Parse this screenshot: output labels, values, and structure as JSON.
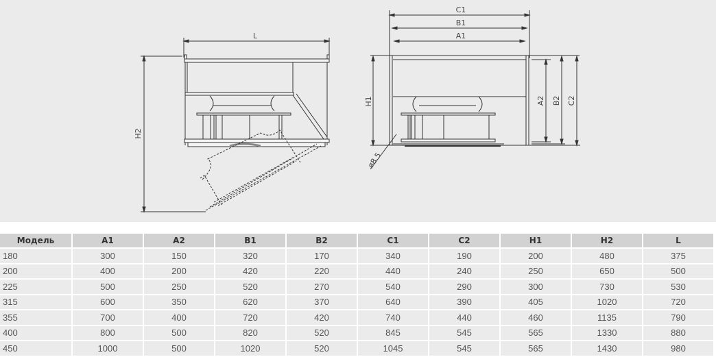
{
  "drawing": {
    "side_view_labels": {
      "length": "L",
      "height_total": "H2"
    },
    "front_view_labels": {
      "c1": "C1",
      "b1": "B1",
      "a1": "A1",
      "h1": "H1",
      "a2": "A2",
      "b2": "B2",
      "c2": "C2",
      "hole_diameter": "ø8.5"
    }
  },
  "table": {
    "headers": [
      "Модель",
      "A1",
      "A2",
      "B1",
      "B2",
      "C1",
      "C2",
      "H1",
      "H2",
      "L"
    ],
    "rows": [
      [
        "180",
        "300",
        "150",
        "320",
        "170",
        "340",
        "190",
        "200",
        "480",
        "375"
      ],
      [
        "200",
        "400",
        "200",
        "420",
        "220",
        "440",
        "240",
        "250",
        "650",
        "500"
      ],
      [
        "225",
        "500",
        "250",
        "520",
        "270",
        "540",
        "290",
        "300",
        "730",
        "530"
      ],
      [
        "315",
        "600",
        "350",
        "620",
        "370",
        "640",
        "390",
        "405",
        "1020",
        "720"
      ],
      [
        "355",
        "700",
        "400",
        "720",
        "420",
        "740",
        "440",
        "460",
        "1135",
        "790"
      ],
      [
        "400",
        "800",
        "500",
        "820",
        "520",
        "845",
        "545",
        "565",
        "1330",
        "880"
      ],
      [
        "450",
        "1000",
        "500",
        "1020",
        "520",
        "1045",
        "545",
        "565",
        "1430",
        "980"
      ]
    ]
  }
}
